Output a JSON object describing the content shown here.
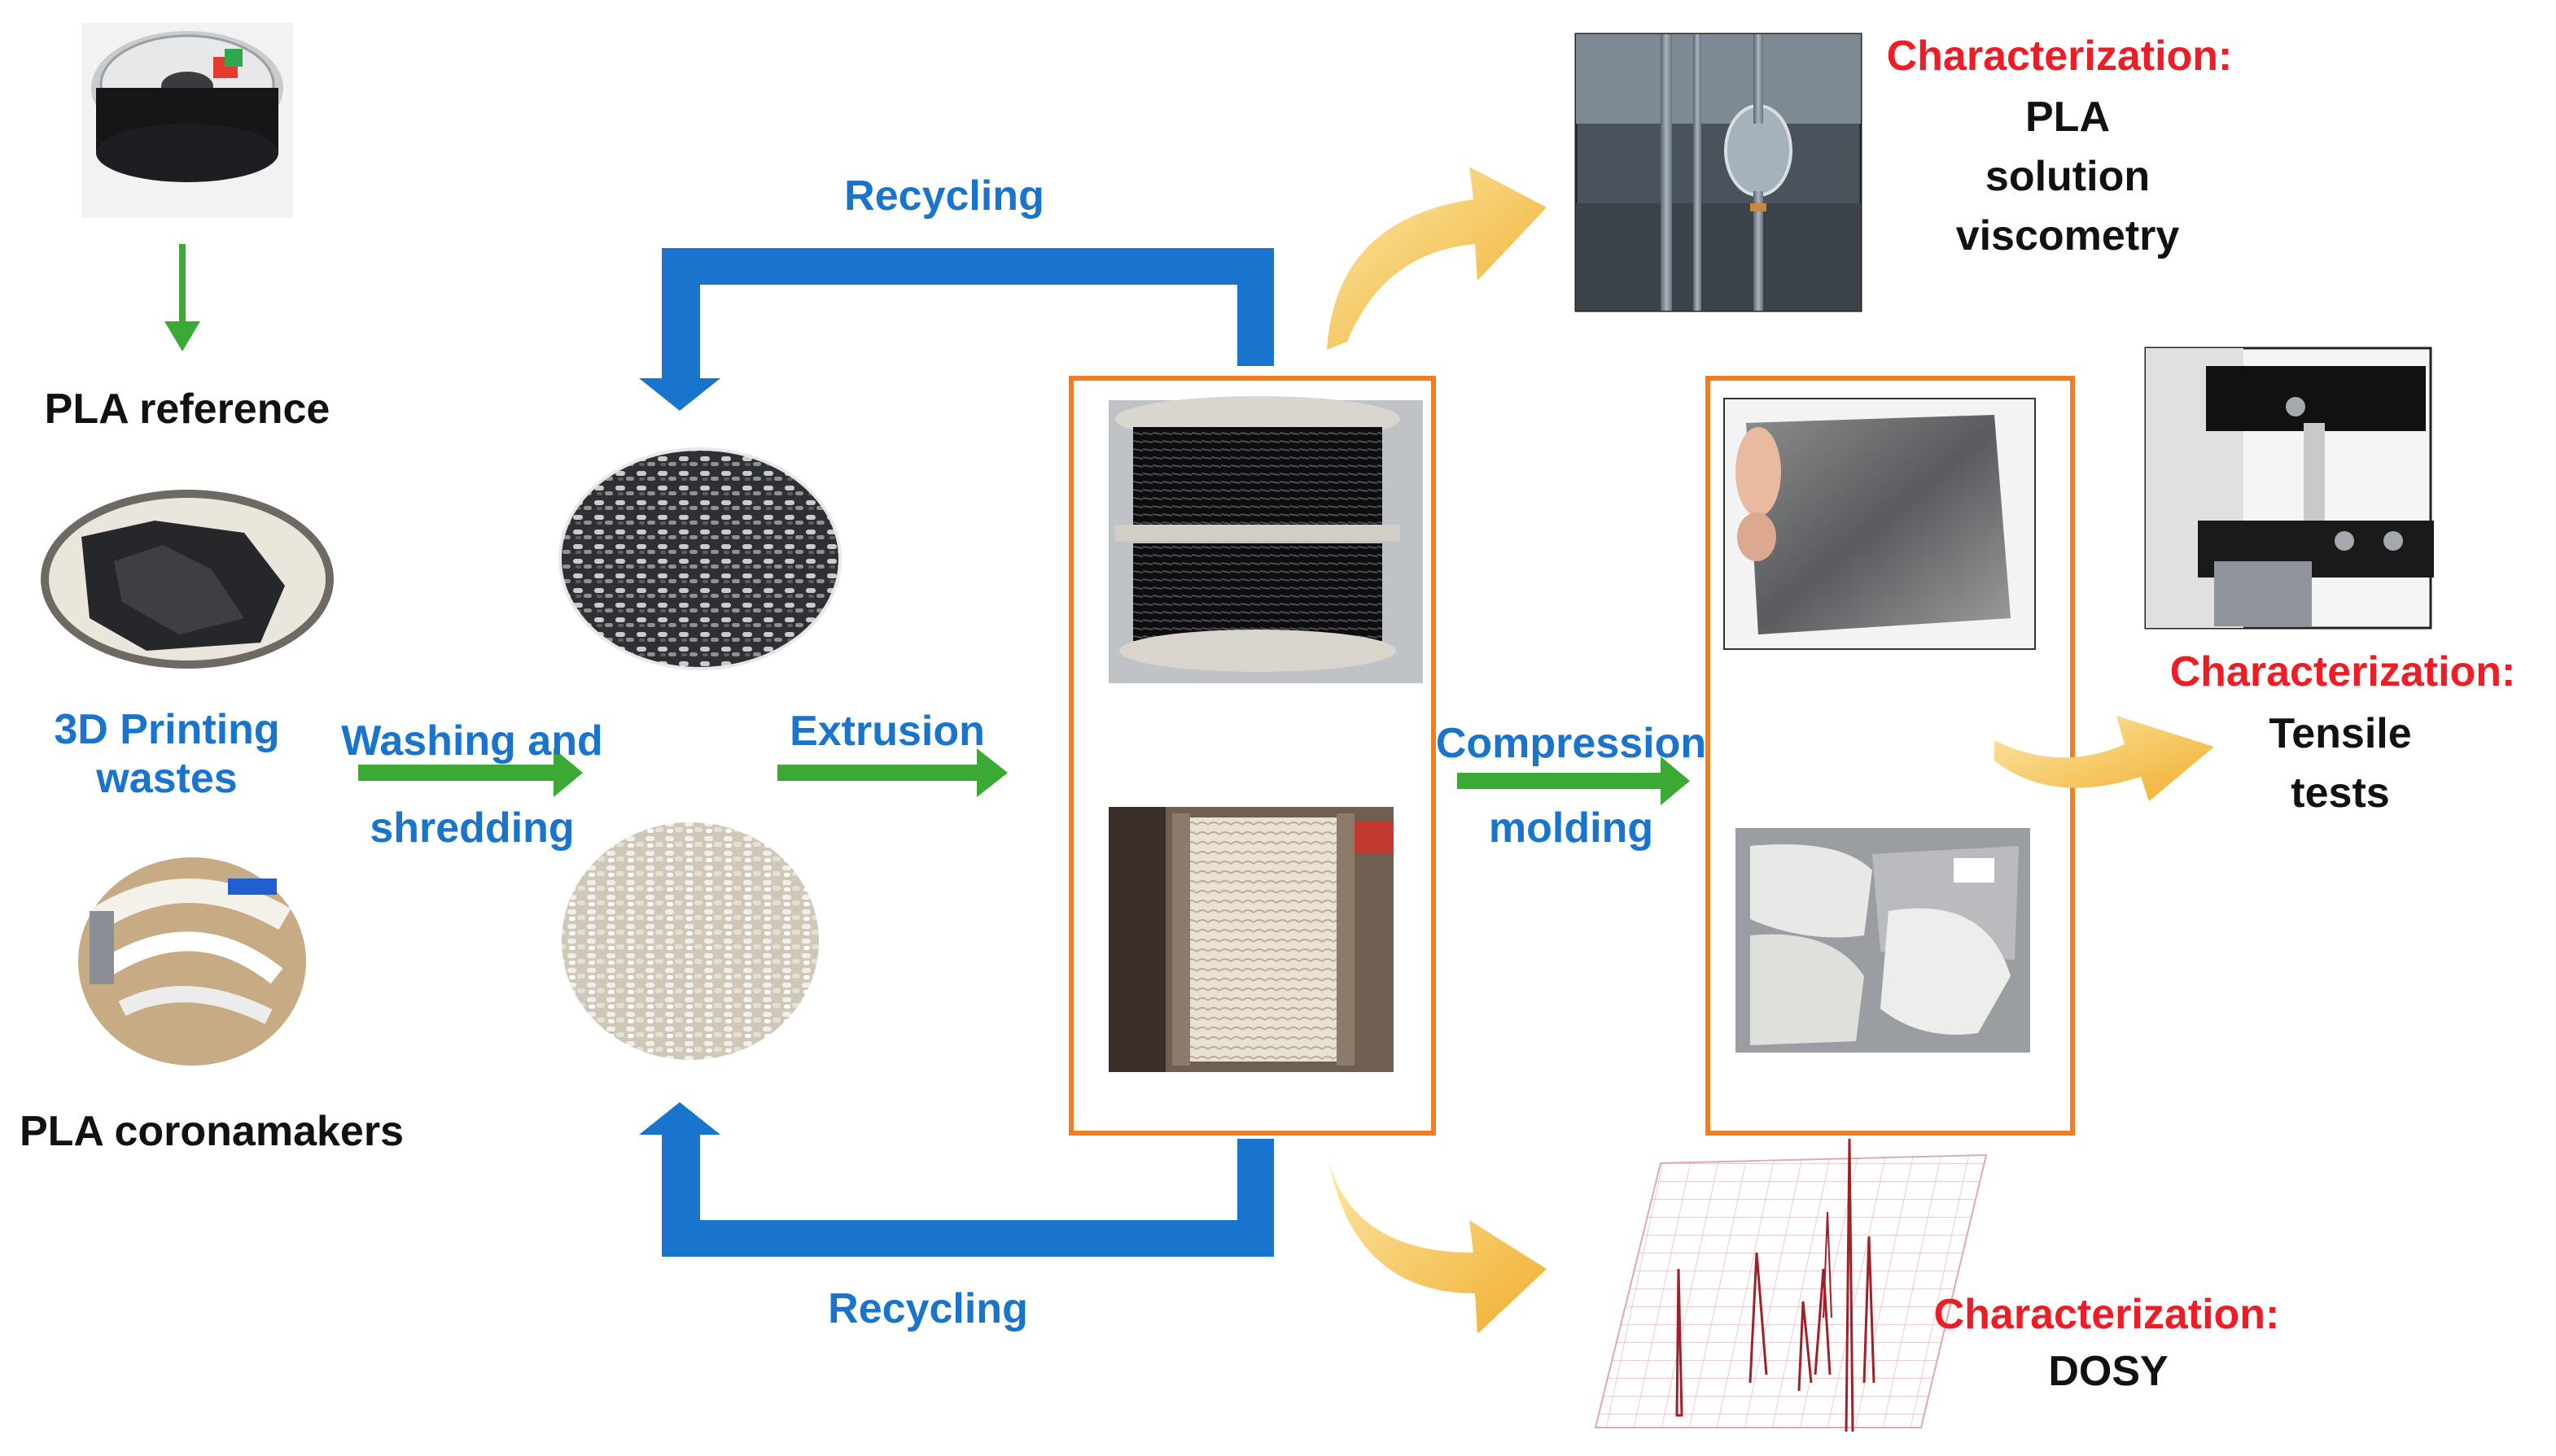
{
  "colors": {
    "blue": "#1874CD",
    "green": "#3AAA35",
    "orange": "#F47C20",
    "red": "#EE1C24",
    "gold": "#F2B63A",
    "text": "#111111"
  },
  "inputs": {
    "reference_label": "PLA reference",
    "wastes_label": "3D Printing wastes",
    "coronamakers_label": "PLA coronamakers"
  },
  "processes": {
    "washing_label": "Washing and shredding",
    "extrusion_label": "Extrusion",
    "compression_label": "Compression molding",
    "recycling_top_label": "Recycling",
    "recycling_bottom_label": "Recycling"
  },
  "characterizations": [
    {
      "heading": "Characterization:",
      "method": "PLA solution viscometry"
    },
    {
      "heading": "Characterization:",
      "method": "Tensile tests"
    },
    {
      "heading": "Characterization:",
      "method": "DOSY"
    }
  ],
  "icons": {
    "filament_spool": "spool-photo",
    "viscometer": "viscometer-photo",
    "tensile_tester": "tensile-tester-photo",
    "dosy_spectrum": "dosy-spectrum-plot"
  }
}
